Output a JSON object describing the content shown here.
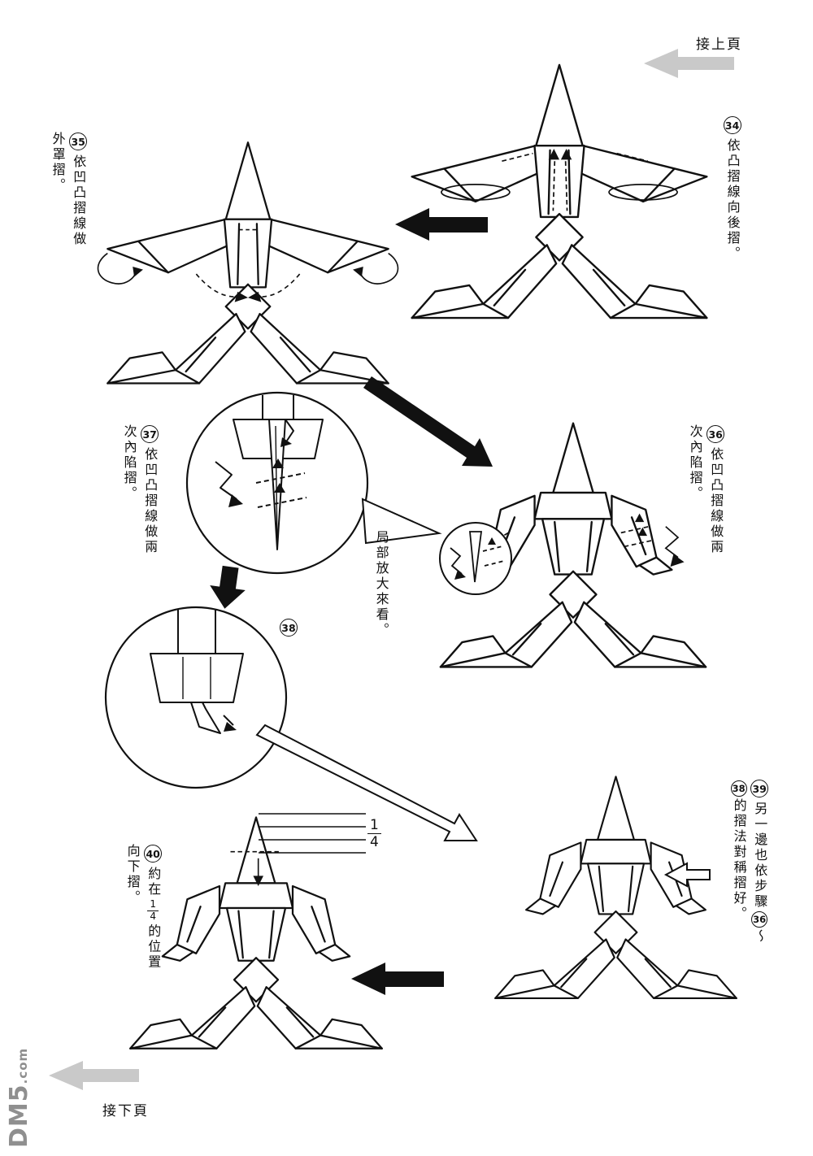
{
  "page": {
    "continue_prev": "接上頁",
    "continue_next": "接下頁",
    "watermark_main": "DM5",
    "watermark_suffix": ".com"
  },
  "labels": {
    "magnifier_note": "局部放大來看。",
    "fraction": {
      "num": "1",
      "den": "4"
    }
  },
  "steps": {
    "s34": {
      "num": "34",
      "text": "依凸摺線向後摺。"
    },
    "s35": {
      "num": "35",
      "text": "依凹凸摺線做外罩摺。"
    },
    "s36": {
      "num": "36",
      "text": "依凹凸摺線做兩次內陷摺。"
    },
    "s37": {
      "num": "37",
      "text": "依凹凸摺線做兩次內陷摺。"
    },
    "s38": {
      "num": "38"
    },
    "s39": {
      "num": "39",
      "segments": [
        {
          "t": "另一邊也依步驟"
        },
        {
          "circ": "36"
        },
        {
          "t": "～"
        },
        {
          "circ": "38"
        },
        {
          "t": "的摺法對稱摺好。"
        }
      ]
    },
    "s40": {
      "num": "40",
      "segments": [
        {
          "t": "約在"
        },
        {
          "frac": [
            "1",
            "4"
          ]
        },
        {
          "t": "的位置向下摺。"
        }
      ]
    }
  }
}
